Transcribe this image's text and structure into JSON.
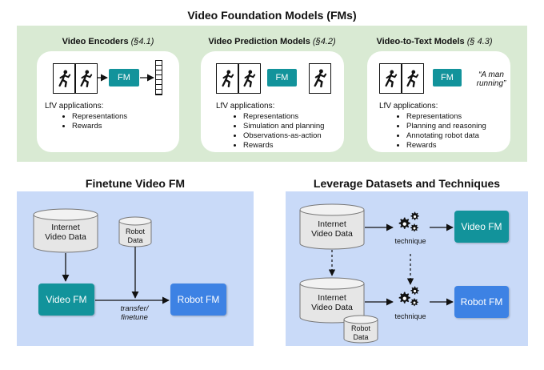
{
  "main_title": "Video Foundation Models (FMs)",
  "colors": {
    "teal": "#12939b",
    "blue": "#3d82e4",
    "green_panel": "#d9ead3",
    "blue_panel": "#c9daf8"
  },
  "cards": [
    {
      "name": "Video Encoders",
      "ref": "(§4.1)",
      "model": "FM",
      "lfv_label": "LfV applications:",
      "items": [
        "Representations",
        "Rewards"
      ]
    },
    {
      "name": "Video Prediction Models",
      "ref": "(§4.2)",
      "model": "FM",
      "lfv_label": "LfV applications:",
      "items": [
        "Representations",
        "Simulation and planning",
        "Observations-as-action",
        "Rewards"
      ]
    },
    {
      "name": "Video-to-Text Models",
      "ref": "(§ 4.3)",
      "model": "FM",
      "lfv_label": "LfV applications:",
      "quote": "“A man running”",
      "items": [
        "Representations",
        "Planning and reasoning",
        "Annotating robot data",
        "Rewards"
      ]
    }
  ],
  "finetune": {
    "title": "Finetune Video FM",
    "internet_data": "Internet Video Data",
    "robot_data": "Robot Data",
    "video_fm": "Video FM",
    "robot_fm": "Robot FM",
    "edge_label": "transfer/ finetune"
  },
  "leverage": {
    "title": "Leverage Datasets and Techniques",
    "internet_data": "Internet Video Data",
    "internet_data_2": "Internet Video Data",
    "robot_data": "Robot Data",
    "technique_top": "technique",
    "technique_bottom": "technique",
    "video_fm": "Video FM",
    "robot_fm": "Robot FM"
  }
}
